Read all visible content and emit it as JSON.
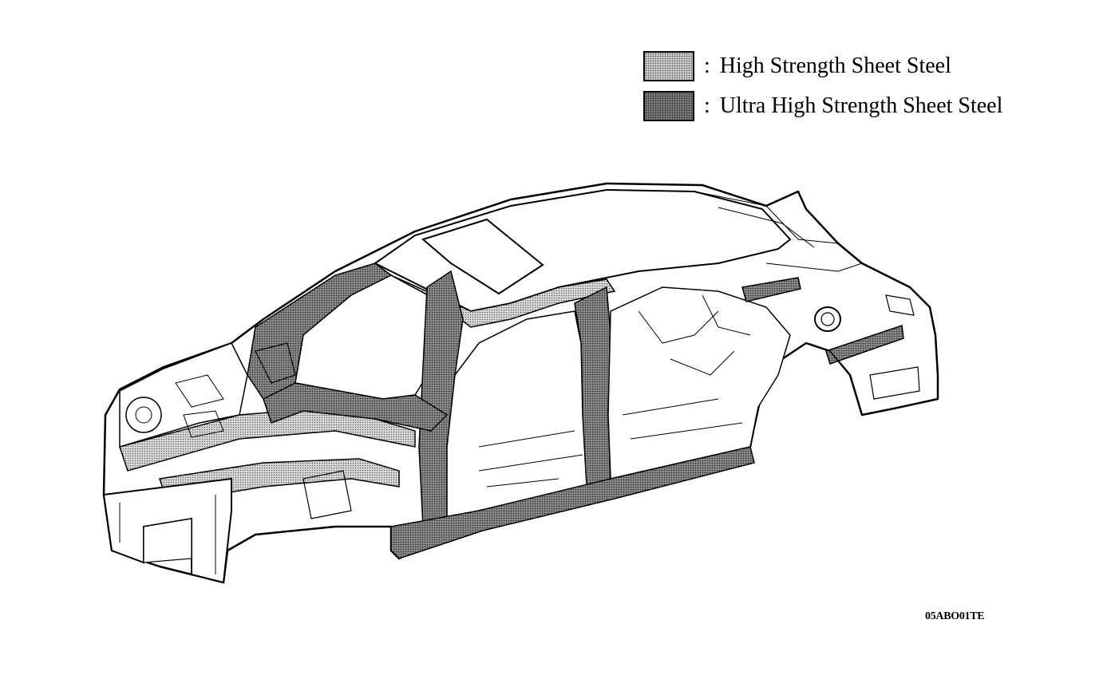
{
  "legend": {
    "items": [
      {
        "id": "high",
        "separator": ":",
        "label": "High Strength Sheet Steel",
        "pattern_color": "#d6d6d6"
      },
      {
        "id": "ultra",
        "separator": ":",
        "label": "Ultra High Strength Sheet Steel",
        "pattern_color": "#8a8a8a"
      }
    ]
  },
  "figure": {
    "code": "05ABO01TE",
    "subject": "vehicle-body-structure"
  }
}
